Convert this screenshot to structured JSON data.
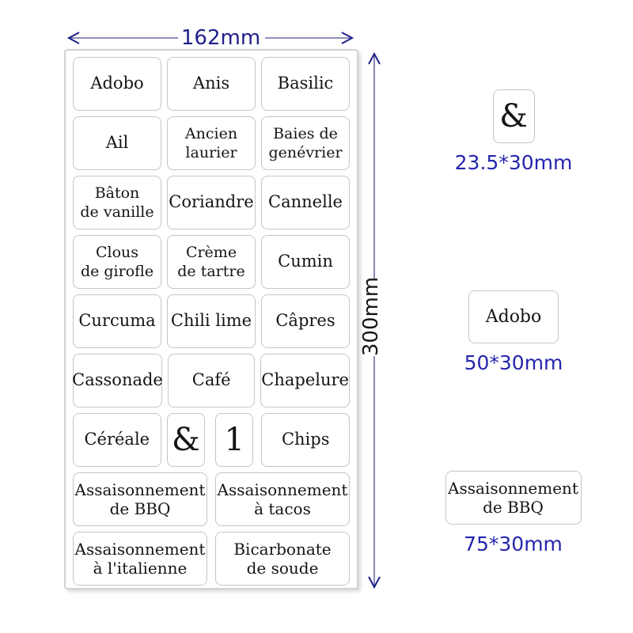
{
  "dimensions": {
    "width_label": "162mm",
    "height_label": "300mm",
    "arrow_color": "#20208c",
    "line_color": "#6b6ba8",
    "size_text_color": "#2525ad"
  },
  "sheet": {
    "rows": [
      {
        "cells": [
          {
            "lines": [
              "Adobo"
            ],
            "size": "std"
          },
          {
            "lines": [
              "Anis"
            ],
            "size": "std"
          },
          {
            "lines": [
              "Basilic"
            ],
            "size": "std"
          }
        ]
      },
      {
        "cells": [
          {
            "lines": [
              "Ail"
            ],
            "size": "std"
          },
          {
            "lines": [
              "Ancien",
              "laurier"
            ],
            "size": "std"
          },
          {
            "lines": [
              "Baies de",
              "genévrier"
            ],
            "size": "std"
          }
        ]
      },
      {
        "cells": [
          {
            "lines": [
              "Bâton",
              "de vanille"
            ],
            "size": "std"
          },
          {
            "lines": [
              "Coriandre"
            ],
            "size": "std"
          },
          {
            "lines": [
              "Cannelle"
            ],
            "size": "std"
          }
        ]
      },
      {
        "cells": [
          {
            "lines": [
              "Clous",
              "de girofle"
            ],
            "size": "std"
          },
          {
            "lines": [
              "Crème",
              "de tartre"
            ],
            "size": "std"
          },
          {
            "lines": [
              "Cumin"
            ],
            "size": "std"
          }
        ]
      },
      {
        "cells": [
          {
            "lines": [
              "Curcuma"
            ],
            "size": "std"
          },
          {
            "lines": [
              "Chili lime"
            ],
            "size": "std"
          },
          {
            "lines": [
              "Câpres"
            ],
            "size": "std"
          }
        ]
      },
      {
        "cells": [
          {
            "lines": [
              "Cassonade"
            ],
            "size": "std"
          },
          {
            "lines": [
              "Café"
            ],
            "size": "std"
          },
          {
            "lines": [
              "Chapelure"
            ],
            "size": "std"
          }
        ]
      },
      {
        "cells": [
          {
            "lines": [
              "Céréale"
            ],
            "size": "std"
          },
          {
            "lines": [
              "&"
            ],
            "size": "narrow"
          },
          {
            "lines": [
              "1"
            ],
            "size": "narrow"
          },
          {
            "lines": [
              "Chips"
            ],
            "size": "std"
          }
        ]
      },
      {
        "cells": [
          {
            "lines": [
              "Assaisonnement",
              "de BBQ"
            ],
            "size": "wide"
          },
          {
            "lines": [
              "Assaisonnement",
              "à tacos"
            ],
            "size": "wide"
          }
        ]
      },
      {
        "cells": [
          {
            "lines": [
              "Assaisonnement",
              "à l'italienne"
            ],
            "size": "wide"
          },
          {
            "lines": [
              "Bicarbonate",
              "de soude"
            ],
            "size": "wide"
          }
        ]
      }
    ]
  },
  "samples": [
    {
      "lines": [
        "&"
      ],
      "size_label": "23.5*30mm"
    },
    {
      "lines": [
        "Adobo"
      ],
      "size_label": "50*30mm"
    },
    {
      "lines": [
        "Assaisonnement",
        "de BBQ"
      ],
      "size_label": "75*30mm"
    }
  ]
}
